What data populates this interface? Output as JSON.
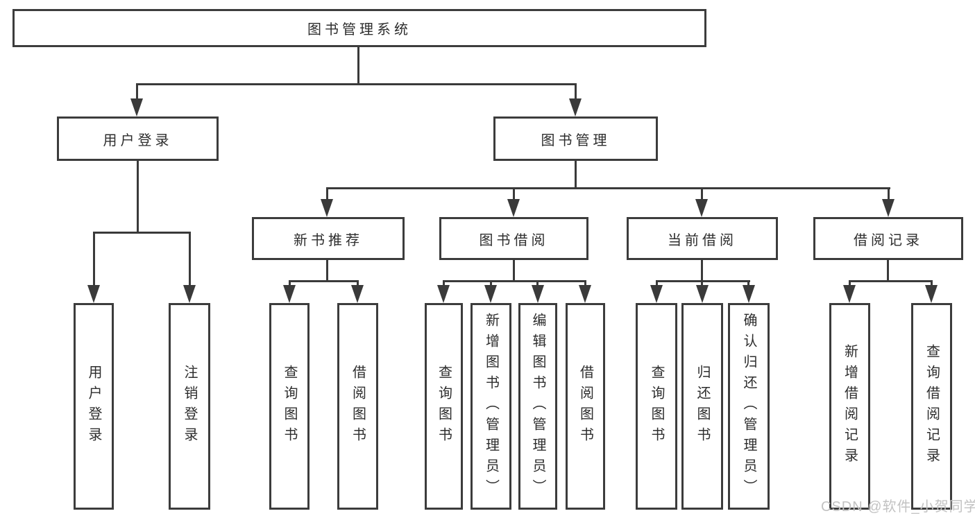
{
  "diagram": {
    "root": "图书管理系统",
    "branches": [
      {
        "id": "user-login",
        "label": "用户登录",
        "children": [
          "用户登录",
          "注销登录"
        ]
      },
      {
        "id": "book-management",
        "label": "图书管理",
        "groups": [
          {
            "label": "新书推荐",
            "children": [
              "查询图书",
              "借阅图书"
            ]
          },
          {
            "label": "图书借阅",
            "children": [
              "查询图书",
              "新增图书（管理员）",
              "编辑图书（管理员）",
              "借阅图书"
            ]
          },
          {
            "label": "当前借阅",
            "children": [
              "查询图书",
              "归还图书",
              "确认归还（管理员）"
            ]
          },
          {
            "label": "借阅记录",
            "children": [
              "新增借阅记录",
              "查询借阅记录"
            ]
          }
        ]
      }
    ],
    "watermark": "CSDN @软件_小贺同学",
    "colors": {
      "line": "#3a3a3a",
      "border": "#3c3c3c",
      "text": "#2d2d2d",
      "watermark": "#c2c2c2",
      "background": "#ffffff"
    }
  }
}
